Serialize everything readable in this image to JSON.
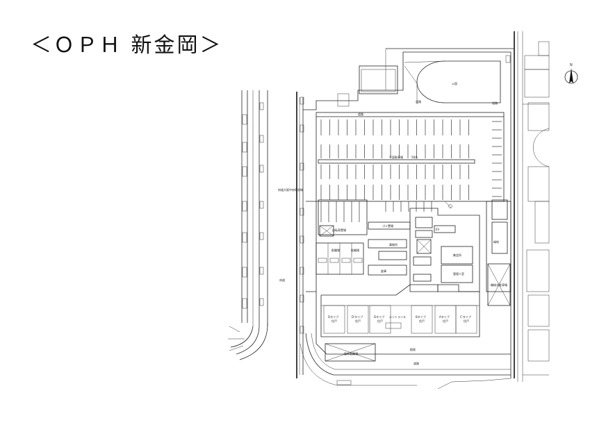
{
  "title": "＜ＯＰＨ 新金岡＞",
  "compass": {
    "north": "N"
  },
  "labels": {
    "rotary": "公園",
    "road_a": "道路",
    "road_b": "道路",
    "road_c": "道路",
    "road_d": "道路",
    "lot_label": "平面駐車場",
    "lot_count": "58台",
    "west_road": "府道大阪中央環状線",
    "west_road2": "府道",
    "entrance": "エントランス",
    "managers": "管理人室",
    "office": "事務所",
    "meeting": "集会所",
    "bike": "自転車置場",
    "bike2": "駐輪場",
    "trash": "ゴミ置場",
    "park_area": "緑地",
    "units": [
      "Dタイプ",
      "D'タイプ",
      "Dタイプ",
      "Bタイプ",
      "Aタイプ",
      "C'タイプ"
    ],
    "unit_sub": "住戸",
    "south_area": "屋外駐輪場",
    "south_area2": "植栽",
    "east_area": "機械式駐車場",
    "storage": "倉庫",
    "elev": "EV"
  }
}
